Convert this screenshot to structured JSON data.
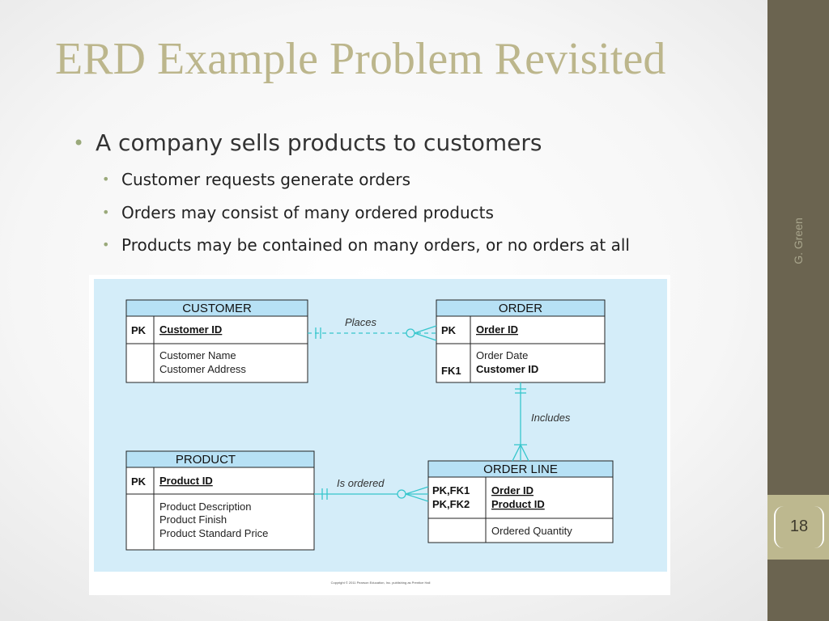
{
  "slide": {
    "title": "ERD Example Problem Revisited",
    "author": "G. Green",
    "page_number": "18",
    "copyright": "Copyright © 2011 Pearson Education, Inc. publishing as Prentice Hall"
  },
  "bullets": {
    "main": "A company sells products to customers",
    "sub": [
      "Customer requests generate orders",
      "Orders may consist of many ordered products",
      "Products may be contained on many orders, or no orders at all"
    ]
  },
  "erd": {
    "customer": {
      "name": "CUSTOMER",
      "pk_label": "PK",
      "pk_attr": "Customer ID",
      "attrs": [
        "Customer Name",
        "Customer Address"
      ]
    },
    "order": {
      "name": "ORDER",
      "pk_label": "PK",
      "pk_attr": "Order ID",
      "fk_label": "FK1",
      "attrs": [
        "Order Date",
        "Customer ID"
      ]
    },
    "product": {
      "name": "PRODUCT",
      "pk_label": "PK",
      "pk_attr": "Product ID",
      "attrs": [
        "Product Description",
        "Product Finish",
        "Product Standard Price"
      ]
    },
    "order_line": {
      "name": "ORDER LINE",
      "key_labels": [
        "PK,FK1",
        "PK,FK2"
      ],
      "key_attrs": [
        "Order ID",
        "Product ID"
      ],
      "attrs": [
        "Ordered Quantity"
      ]
    },
    "relationships": {
      "places": "Places",
      "includes": "Includes",
      "is_ordered": "Is ordered"
    },
    "colors": {
      "background": "#d4edf9",
      "header": "#b7e1f5",
      "line": "#36c6cc",
      "box_border": "#222222"
    }
  }
}
